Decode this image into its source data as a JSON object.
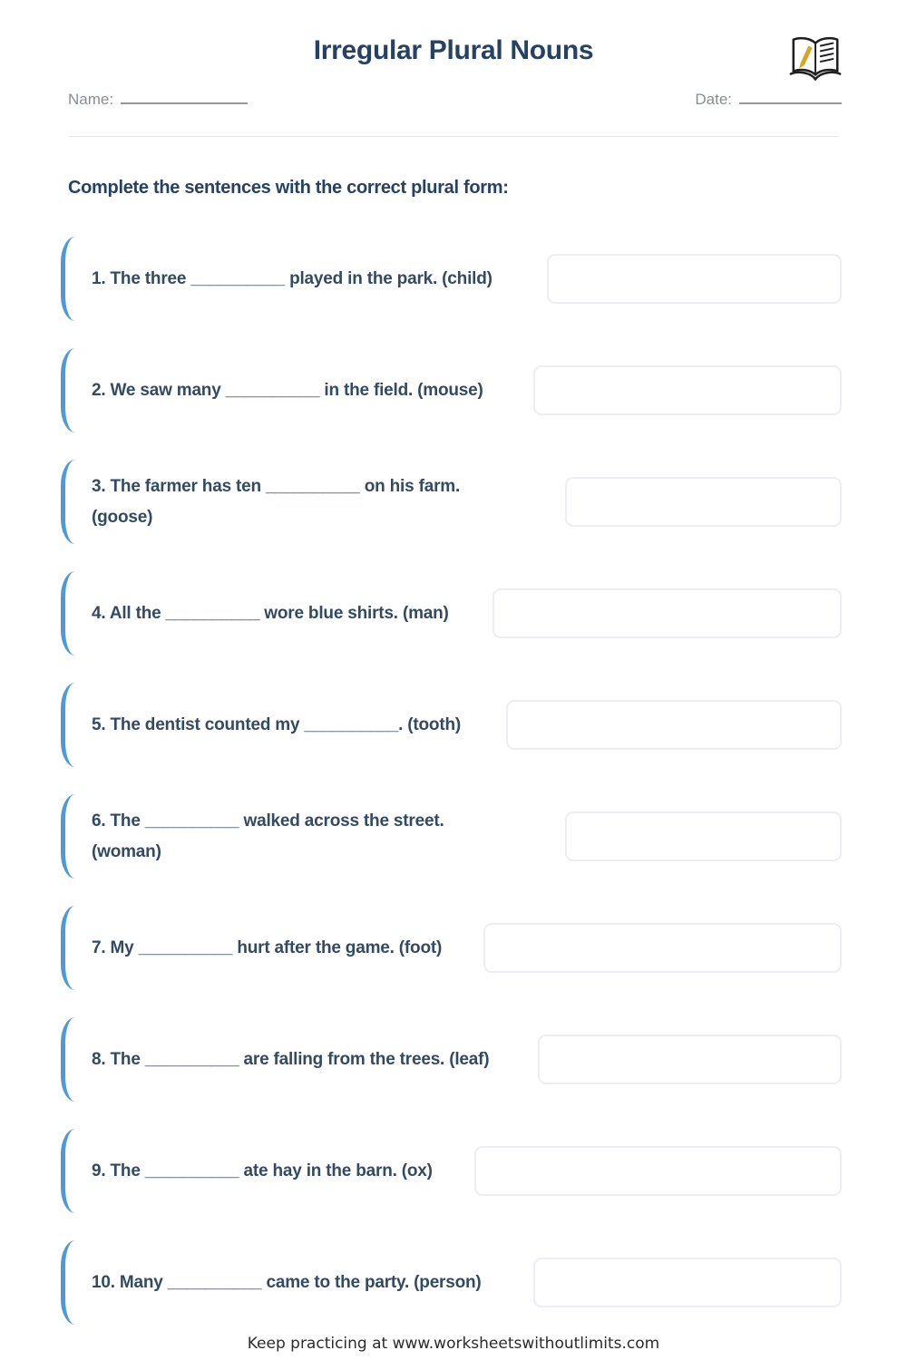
{
  "header": {
    "title": "Irregular Plural Nouns",
    "name_label": "Name:",
    "date_label": "Date:",
    "logo_icon": "open-book-with-pencil-icon"
  },
  "instruction": "Complete the sentences with the correct plural form:",
  "questions": [
    {
      "text": "1. The three __________ played in the park. (child)",
      "hint_word": "child"
    },
    {
      "text": "2. We saw many __________ in the field. (mouse)",
      "hint_word": "mouse"
    },
    {
      "text": "3. The farmer has ten __________ on his farm. (goose)",
      "hint_word": "goose"
    },
    {
      "text": "4. All the __________ wore blue shirts. (man)",
      "hint_word": "man"
    },
    {
      "text": "5. The dentist counted my __________. (tooth)",
      "hint_word": "tooth"
    },
    {
      "text": "6. The __________ walked across the street. (woman)",
      "hint_word": "woman"
    },
    {
      "text": "7. My __________ hurt after the game. (foot)",
      "hint_word": "foot"
    },
    {
      "text": "8. The __________ are falling from the trees. (leaf)",
      "hint_word": "leaf"
    },
    {
      "text": "9. The __________ ate hay in the barn. (ox)",
      "hint_word": "ox"
    },
    {
      "text": "10. Many __________ came to the party. (person)",
      "hint_word": "person"
    }
  ],
  "answer_box": {
    "value": "",
    "placeholder": ""
  },
  "footer": {
    "text": "Keep practicing at www.worksheetswithoutlimits.com"
  },
  "colors": {
    "title_navy": "#254264",
    "question_text": "#334a63",
    "bracket_blue": "#4f9ad6",
    "label_gray": "#888d92",
    "box_border": "#eceef2",
    "pencil_gold": "#d9a427",
    "book_outline": "#1f1f1f"
  }
}
